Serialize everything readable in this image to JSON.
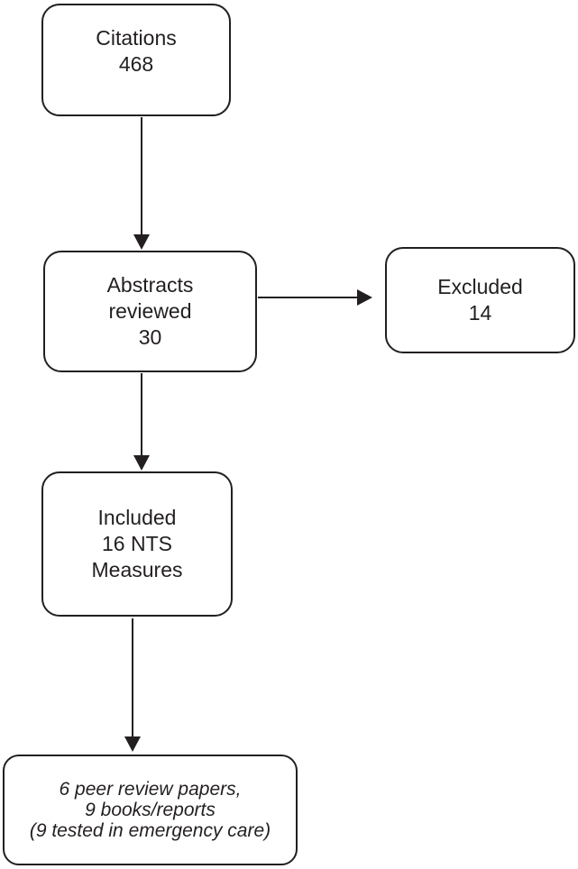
{
  "diagram": {
    "type": "flowchart",
    "colors": {
      "stroke": "#231f20",
      "background": "#ffffff"
    },
    "boxes": {
      "citations": {
        "lines": [
          "Citations",
          "468"
        ]
      },
      "abstracts_reviewed": {
        "lines": [
          "Abstracts",
          "reviewed",
          "30"
        ]
      },
      "excluded": {
        "lines": [
          "Excluded",
          "14"
        ]
      },
      "included": {
        "lines": [
          "Included",
          "16 NTS",
          "Measures"
        ]
      },
      "results": {
        "lines": [
          "6 peer review papers,",
          "9 books/reports",
          "(9 tested in emergency care)"
        ]
      }
    },
    "arrows": [
      {
        "from": "citations",
        "to": "abstracts_reviewed",
        "direction": "down"
      },
      {
        "from": "abstracts_reviewed",
        "to": "excluded",
        "direction": "right"
      },
      {
        "from": "abstracts_reviewed",
        "to": "included",
        "direction": "down"
      },
      {
        "from": "included",
        "to": "results",
        "direction": "down"
      }
    ]
  }
}
